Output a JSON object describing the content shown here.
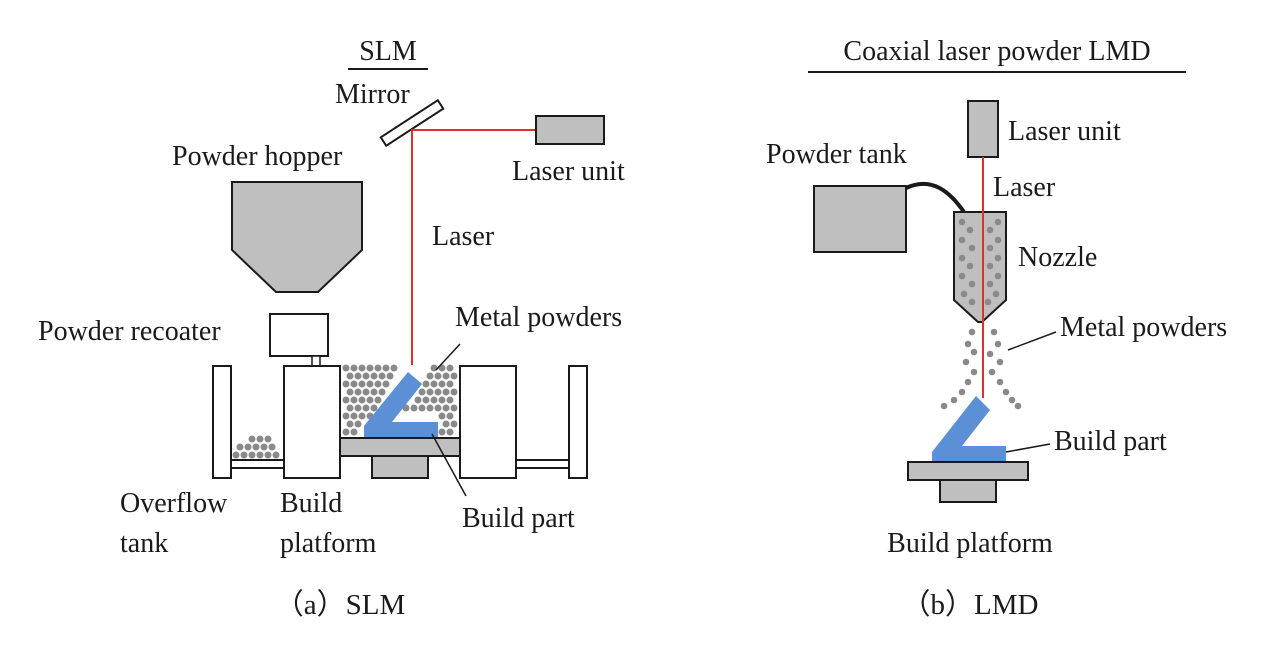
{
  "slm": {
    "title": "SLM",
    "caption": "（a）SLM",
    "labels": {
      "mirror": "Mirror",
      "powder_hopper": "Powder hopper",
      "laser_unit": "Laser unit",
      "laser": "Laser",
      "powder_recoater": "Powder recoater",
      "metal_powders": "Metal powders",
      "overflow_tank_1": "Overflow",
      "overflow_tank_2": "tank",
      "build_platform_1": "Build",
      "build_platform_2": "platform",
      "build_part": "Build part"
    }
  },
  "lmd": {
    "title": "Coaxial laser powder LMD",
    "caption": "（b）LMD",
    "labels": {
      "laser_unit": "Laser unit",
      "powder_tank": "Powder tank",
      "laser": "Laser",
      "nozzle": "Nozzle",
      "metal_powders": "Metal powders",
      "build_part": "Build part",
      "build_platform": "Build platform"
    }
  },
  "colors": {
    "laser": "#e0302a",
    "part": "#5b8fd6",
    "gray": "#bfbfbf",
    "powder": "#8a8a8a",
    "line": "#1a1a1a"
  }
}
